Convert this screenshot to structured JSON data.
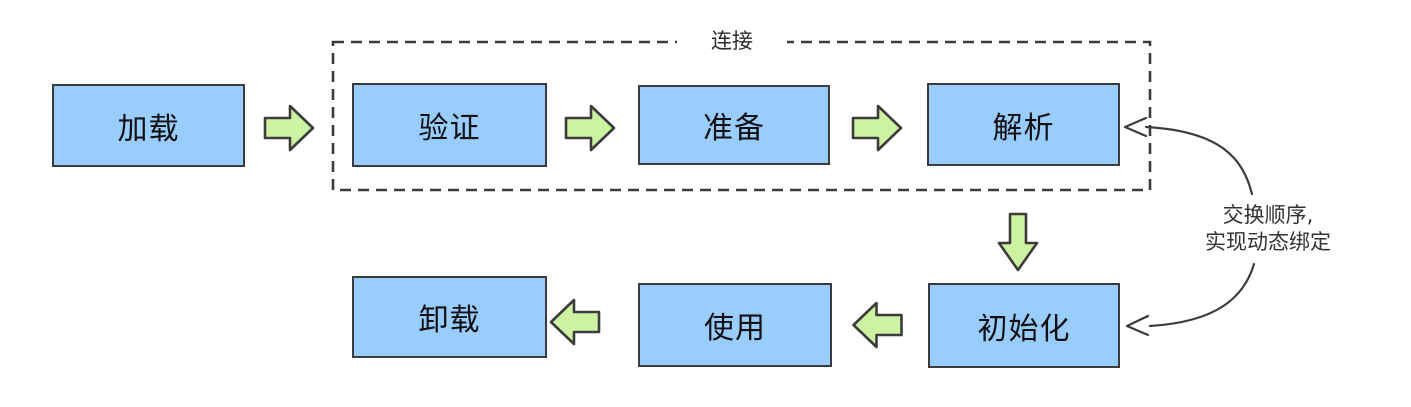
{
  "diagram": {
    "type": "flowchart",
    "topic": "class-lifecycle",
    "nodes": [
      {
        "id": "load",
        "label": "加载"
      },
      {
        "id": "verify",
        "label": "验证"
      },
      {
        "id": "prepare",
        "label": "准备"
      },
      {
        "id": "resolve",
        "label": "解析"
      },
      {
        "id": "initialize",
        "label": "初始化"
      },
      {
        "id": "use",
        "label": "使用"
      },
      {
        "id": "unload",
        "label": "卸载"
      }
    ],
    "group": {
      "label": "连接",
      "members": [
        "验证",
        "准备",
        "解析"
      ],
      "border_style": "dashed"
    },
    "edges": [
      {
        "from": "加载",
        "to": "验证",
        "direction": "right"
      },
      {
        "from": "验证",
        "to": "准备",
        "direction": "right"
      },
      {
        "from": "准备",
        "to": "解析",
        "direction": "right"
      },
      {
        "from": "解析",
        "to": "初始化",
        "direction": "down"
      },
      {
        "from": "初始化",
        "to": "使用",
        "direction": "left"
      },
      {
        "from": "使用",
        "to": "卸载",
        "direction": "left"
      }
    ],
    "annotation": {
      "lines": [
        "交换顺序,",
        "实现动态绑定"
      ],
      "points_to": [
        "解析",
        "初始化"
      ]
    },
    "colors": {
      "node_fill": "#99CCFF",
      "node_border": "#3C3C3C",
      "arrow_fill": "#CDF2A2",
      "arrow_border": "#3C3C3C",
      "dashed_border": "#3C3C3C",
      "node_text": "#111111",
      "annotation_text": "#333333",
      "background": "#FFFFFF"
    }
  }
}
